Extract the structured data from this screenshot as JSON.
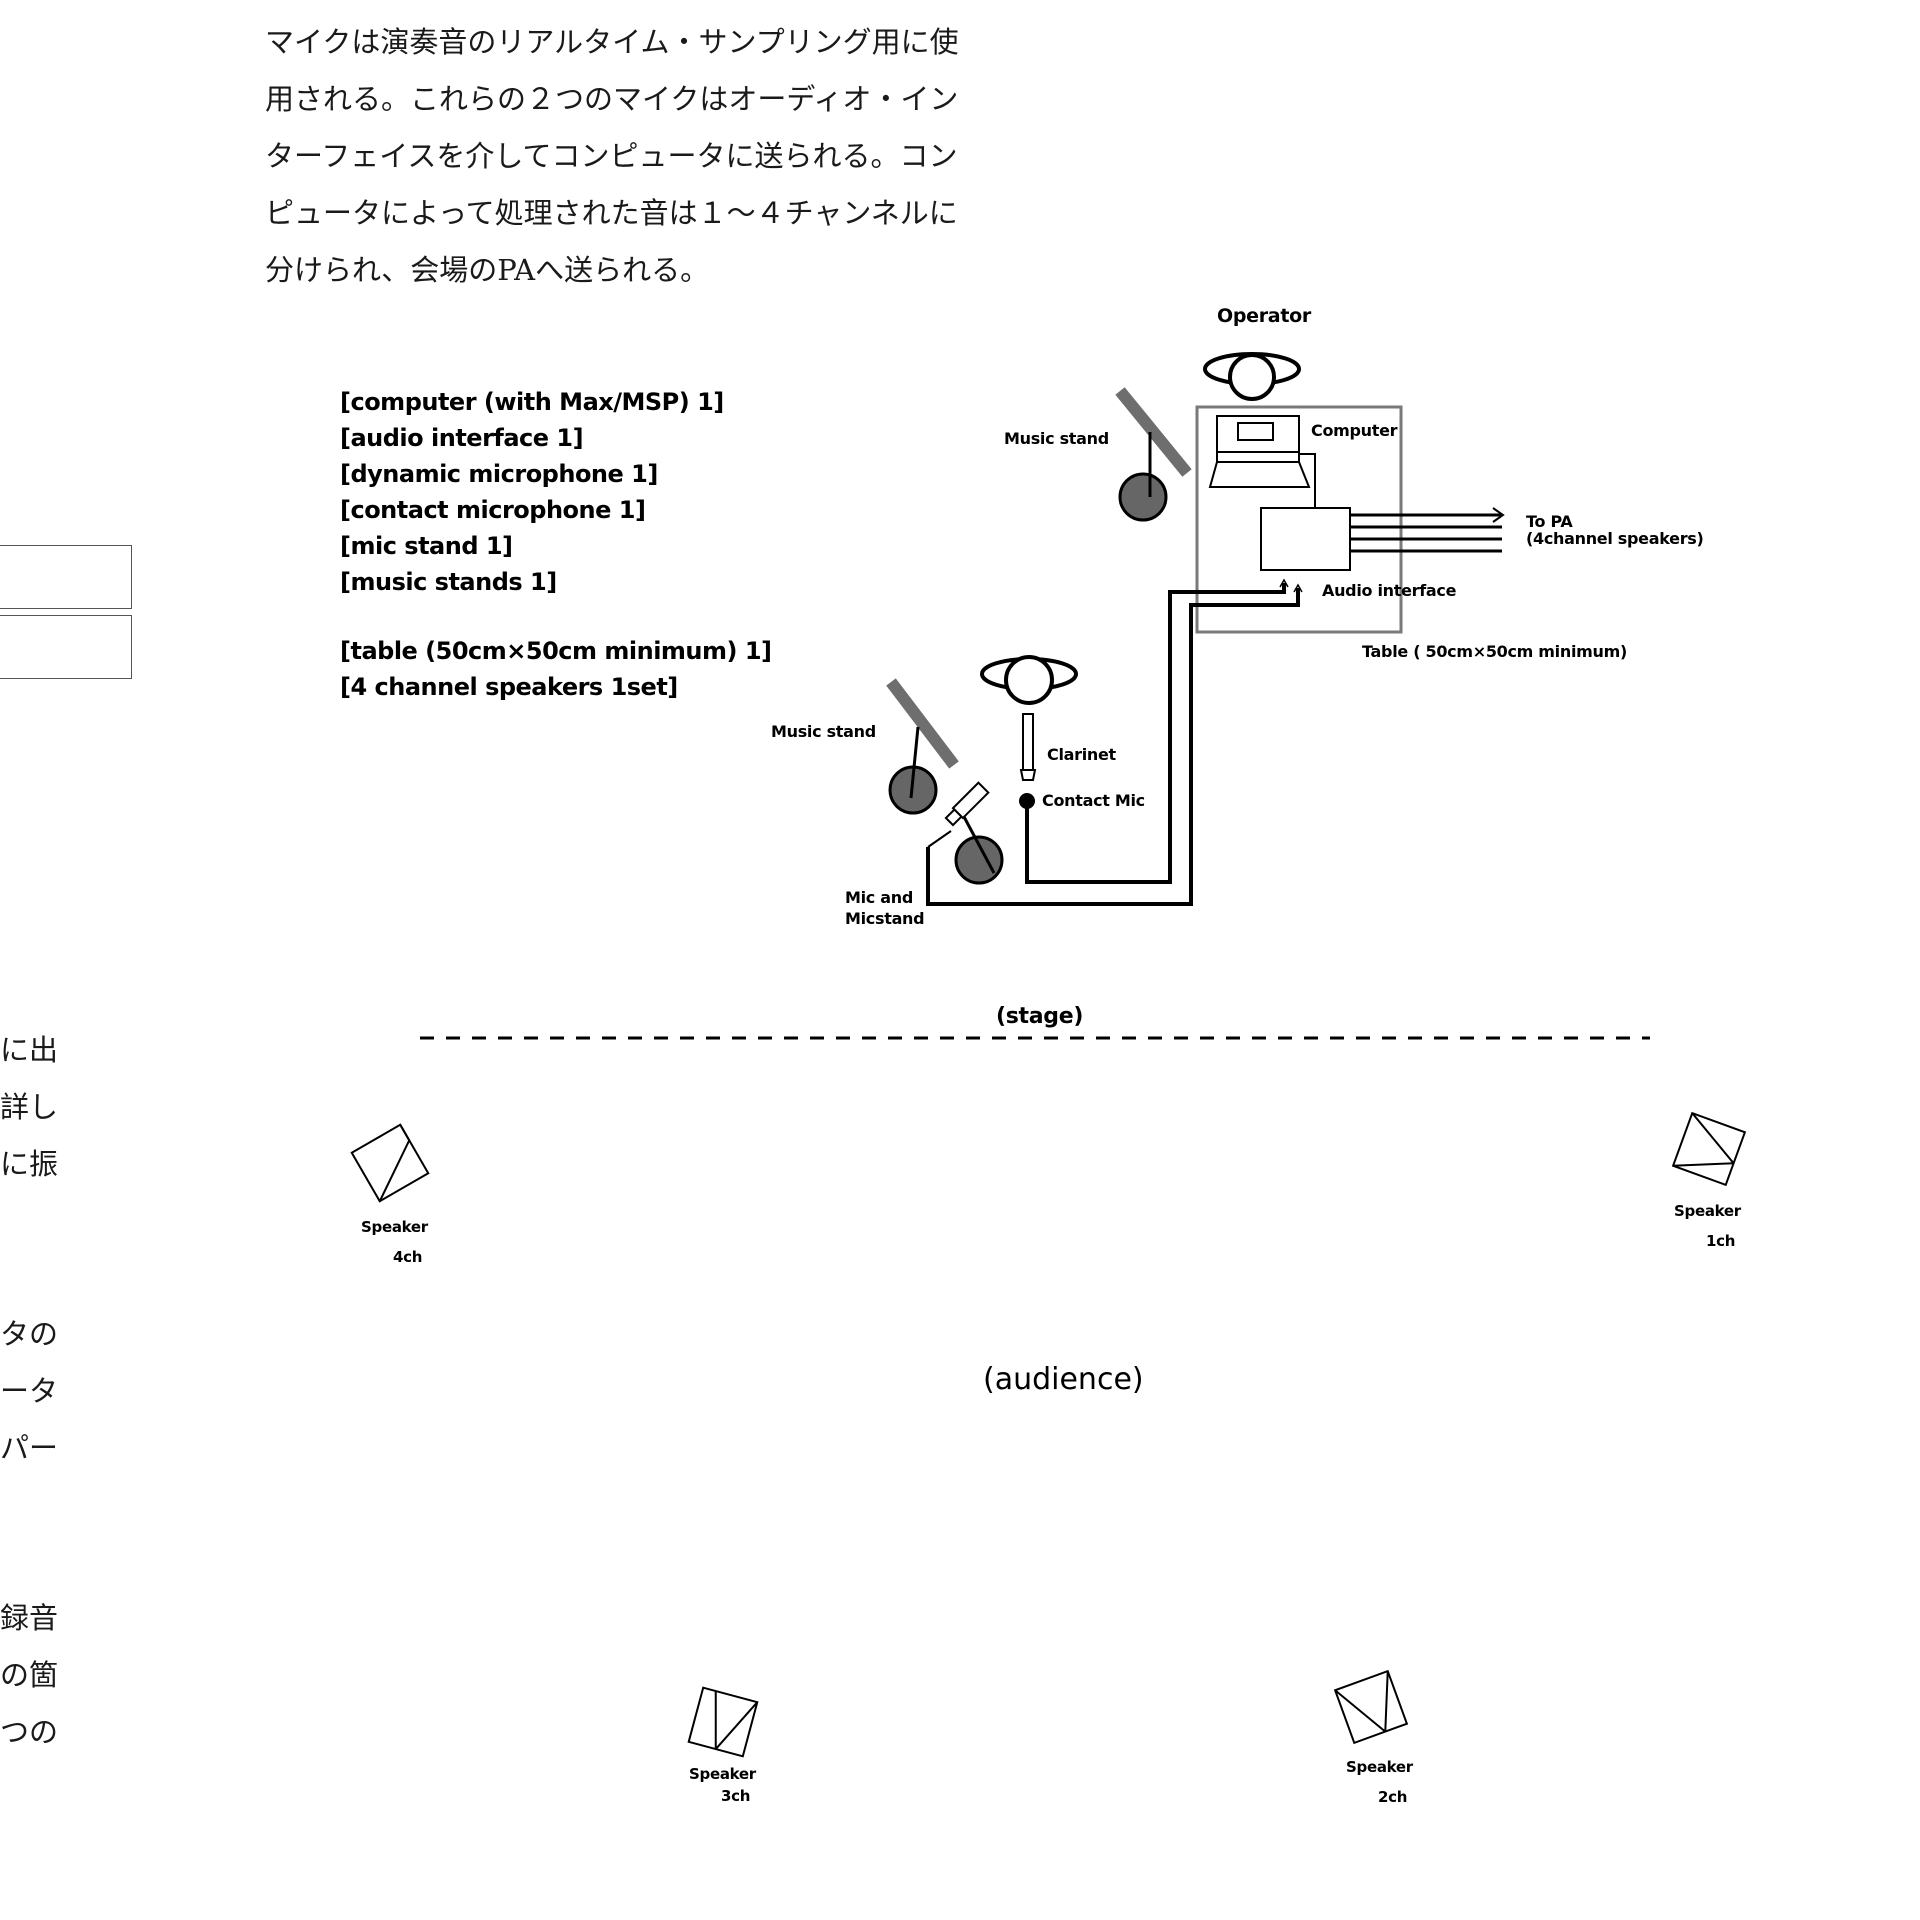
{
  "intro_paragraph": {
    "lines": [
      "マイクは演奏音のリアルタイム・サンプリング用に使",
      "用される。これらの２つのマイクはオーディオ・イン",
      "ターフェイスを介してコンピュータに送られる。コン",
      "ピュータによって処理された音は１〜４チャンネルに",
      "分けられ、会場のPAへ送られる。"
    ]
  },
  "side_fragments": {
    "group1": [
      "に出",
      "詳し",
      "に振"
    ],
    "group2": [
      "タの",
      "ータ",
      "パー"
    ],
    "group3": [
      "録音",
      "の箇",
      "つの"
    ]
  },
  "equipment_list": {
    "items": [
      "[computer (with Max/MSP)  1]",
      "[audio interface 1]",
      "[dynamic microphone 1]",
      "[contact microphone 1]",
      "[mic stand 1]",
      "[music stands 1]"
    ],
    "extra_items": [
      "[table (50cm×50cm minimum) 1]",
      "[4 channel speakers 1set]"
    ]
  },
  "diagram": {
    "operator": "Operator",
    "music_stand_top": "Music stand",
    "computer": "Computer",
    "to_pa_line1": "To PA",
    "to_pa_line2": "(4channel speakers)",
    "audio_interface": "Audio interface",
    "table": "Table ( 50cm×50cm minimum)",
    "music_stand_left": "Music stand",
    "clarinet": "Clarinet",
    "contact_mic": "Contact Mic",
    "mic_line1": "Mic and",
    "mic_line2": "Micstand",
    "stage": "(stage)",
    "audience": "(audience)",
    "speakers": [
      {
        "label": "Speaker",
        "channel": "4ch"
      },
      {
        "label": "Speaker",
        "channel": "1ch"
      },
      {
        "label": "Speaker",
        "channel": "3ch"
      },
      {
        "label": "Speaker",
        "channel": "2ch"
      }
    ]
  },
  "colors": {
    "stand_fill": "#666666",
    "stand_bar": "#6e6e6e",
    "table_outline": "#7a7a7a"
  }
}
